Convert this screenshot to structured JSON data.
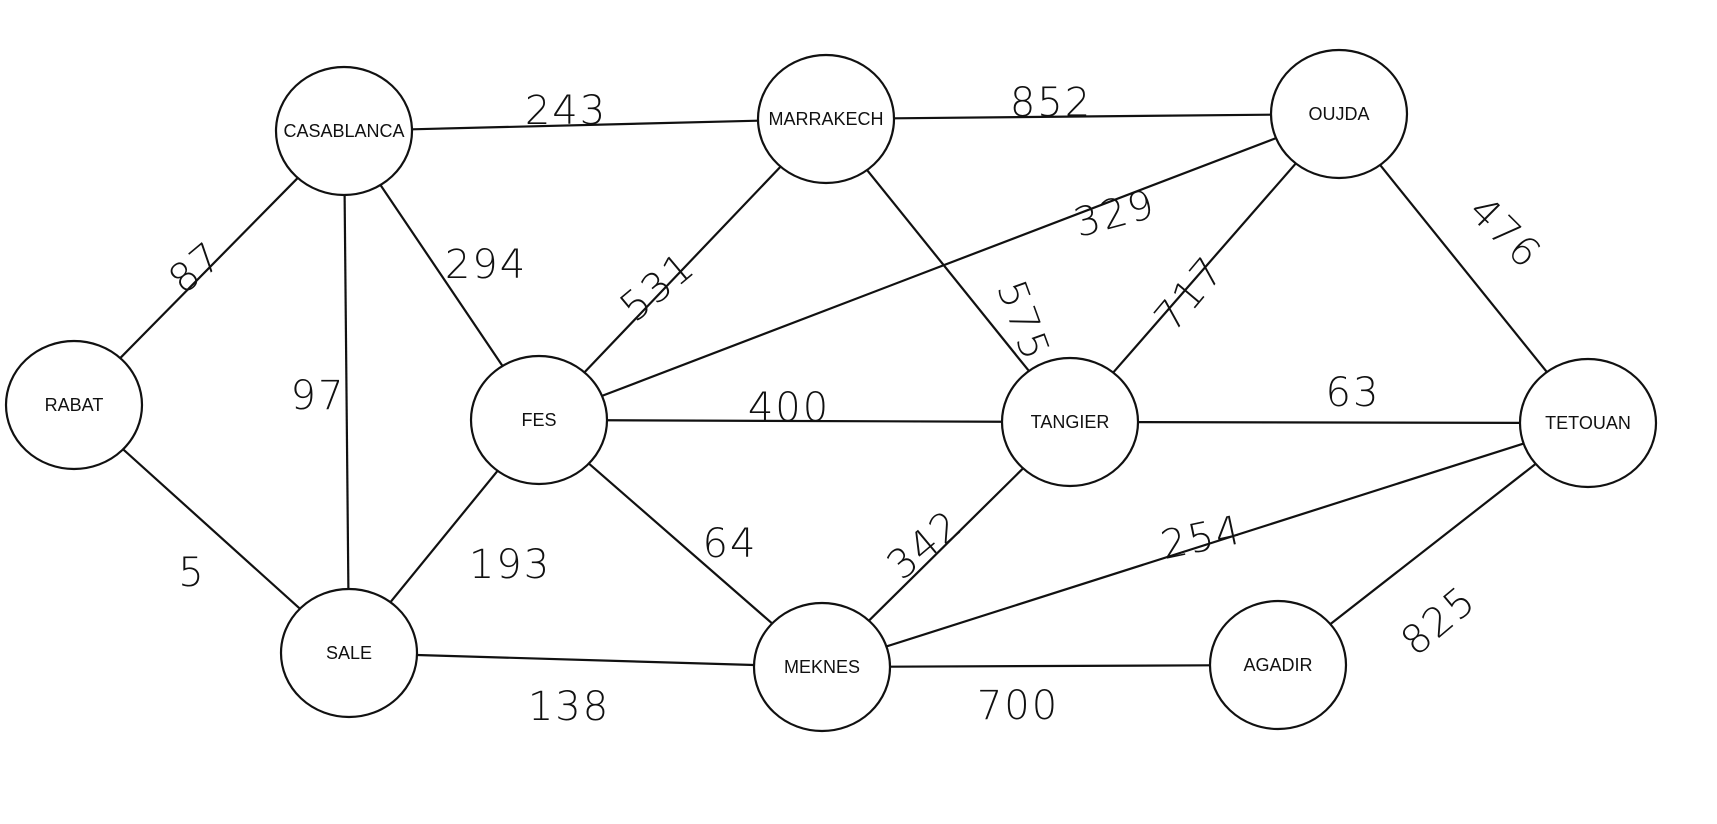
{
  "nodes": [
    {
      "id": "rabat",
      "label": "RABAT",
      "color": "#e8262d"
    },
    {
      "id": "casablanca",
      "label": "CASABLANCA"
    },
    {
      "id": "sale",
      "label": "SALE"
    },
    {
      "id": "fes",
      "label": "FES"
    },
    {
      "id": "marrakech",
      "label": "MARRAKECH"
    },
    {
      "id": "meknes",
      "label": "MEKNES"
    },
    {
      "id": "oujda",
      "label": "OUJDA"
    },
    {
      "id": "tangier",
      "label": "TANGIER"
    },
    {
      "id": "agadir",
      "label": "AGADIR"
    },
    {
      "id": "tetouan",
      "label": "TETOUAN"
    }
  ],
  "edges": [
    {
      "from": "rabat",
      "to": "casablanca",
      "weight": "87"
    },
    {
      "from": "rabat",
      "to": "sale",
      "weight": "5"
    },
    {
      "from": "casablanca",
      "to": "sale",
      "weight": "97"
    },
    {
      "from": "casablanca",
      "to": "fes",
      "weight": "294"
    },
    {
      "from": "casablanca",
      "to": "marrakech",
      "weight": "243"
    },
    {
      "from": "sale",
      "to": "fes",
      "weight": "193"
    },
    {
      "from": "sale",
      "to": "meknes",
      "weight": "138"
    },
    {
      "from": "fes",
      "to": "marrakech",
      "weight": "531"
    },
    {
      "from": "fes",
      "to": "oujda",
      "weight": "329"
    },
    {
      "from": "fes",
      "to": "tangier",
      "weight": "400"
    },
    {
      "from": "fes",
      "to": "meknes",
      "weight": "64"
    },
    {
      "from": "marrakech",
      "to": "oujda",
      "weight": "852"
    },
    {
      "from": "marrakech",
      "to": "tangier",
      "weight": "575"
    },
    {
      "from": "oujda",
      "to": "tangier",
      "weight": "717"
    },
    {
      "from": "oujda",
      "to": "tetouan",
      "weight": "476"
    },
    {
      "from": "tangier",
      "to": "tetouan",
      "weight": "63"
    },
    {
      "from": "tangier",
      "to": "meknes",
      "weight": "342"
    },
    {
      "from": "meknes",
      "to": "tetouan",
      "weight": "254"
    },
    {
      "from": "meknes",
      "to": "agadir",
      "weight": "700"
    },
    {
      "from": "agadir",
      "to": "tetouan",
      "weight": "825"
    }
  ]
}
